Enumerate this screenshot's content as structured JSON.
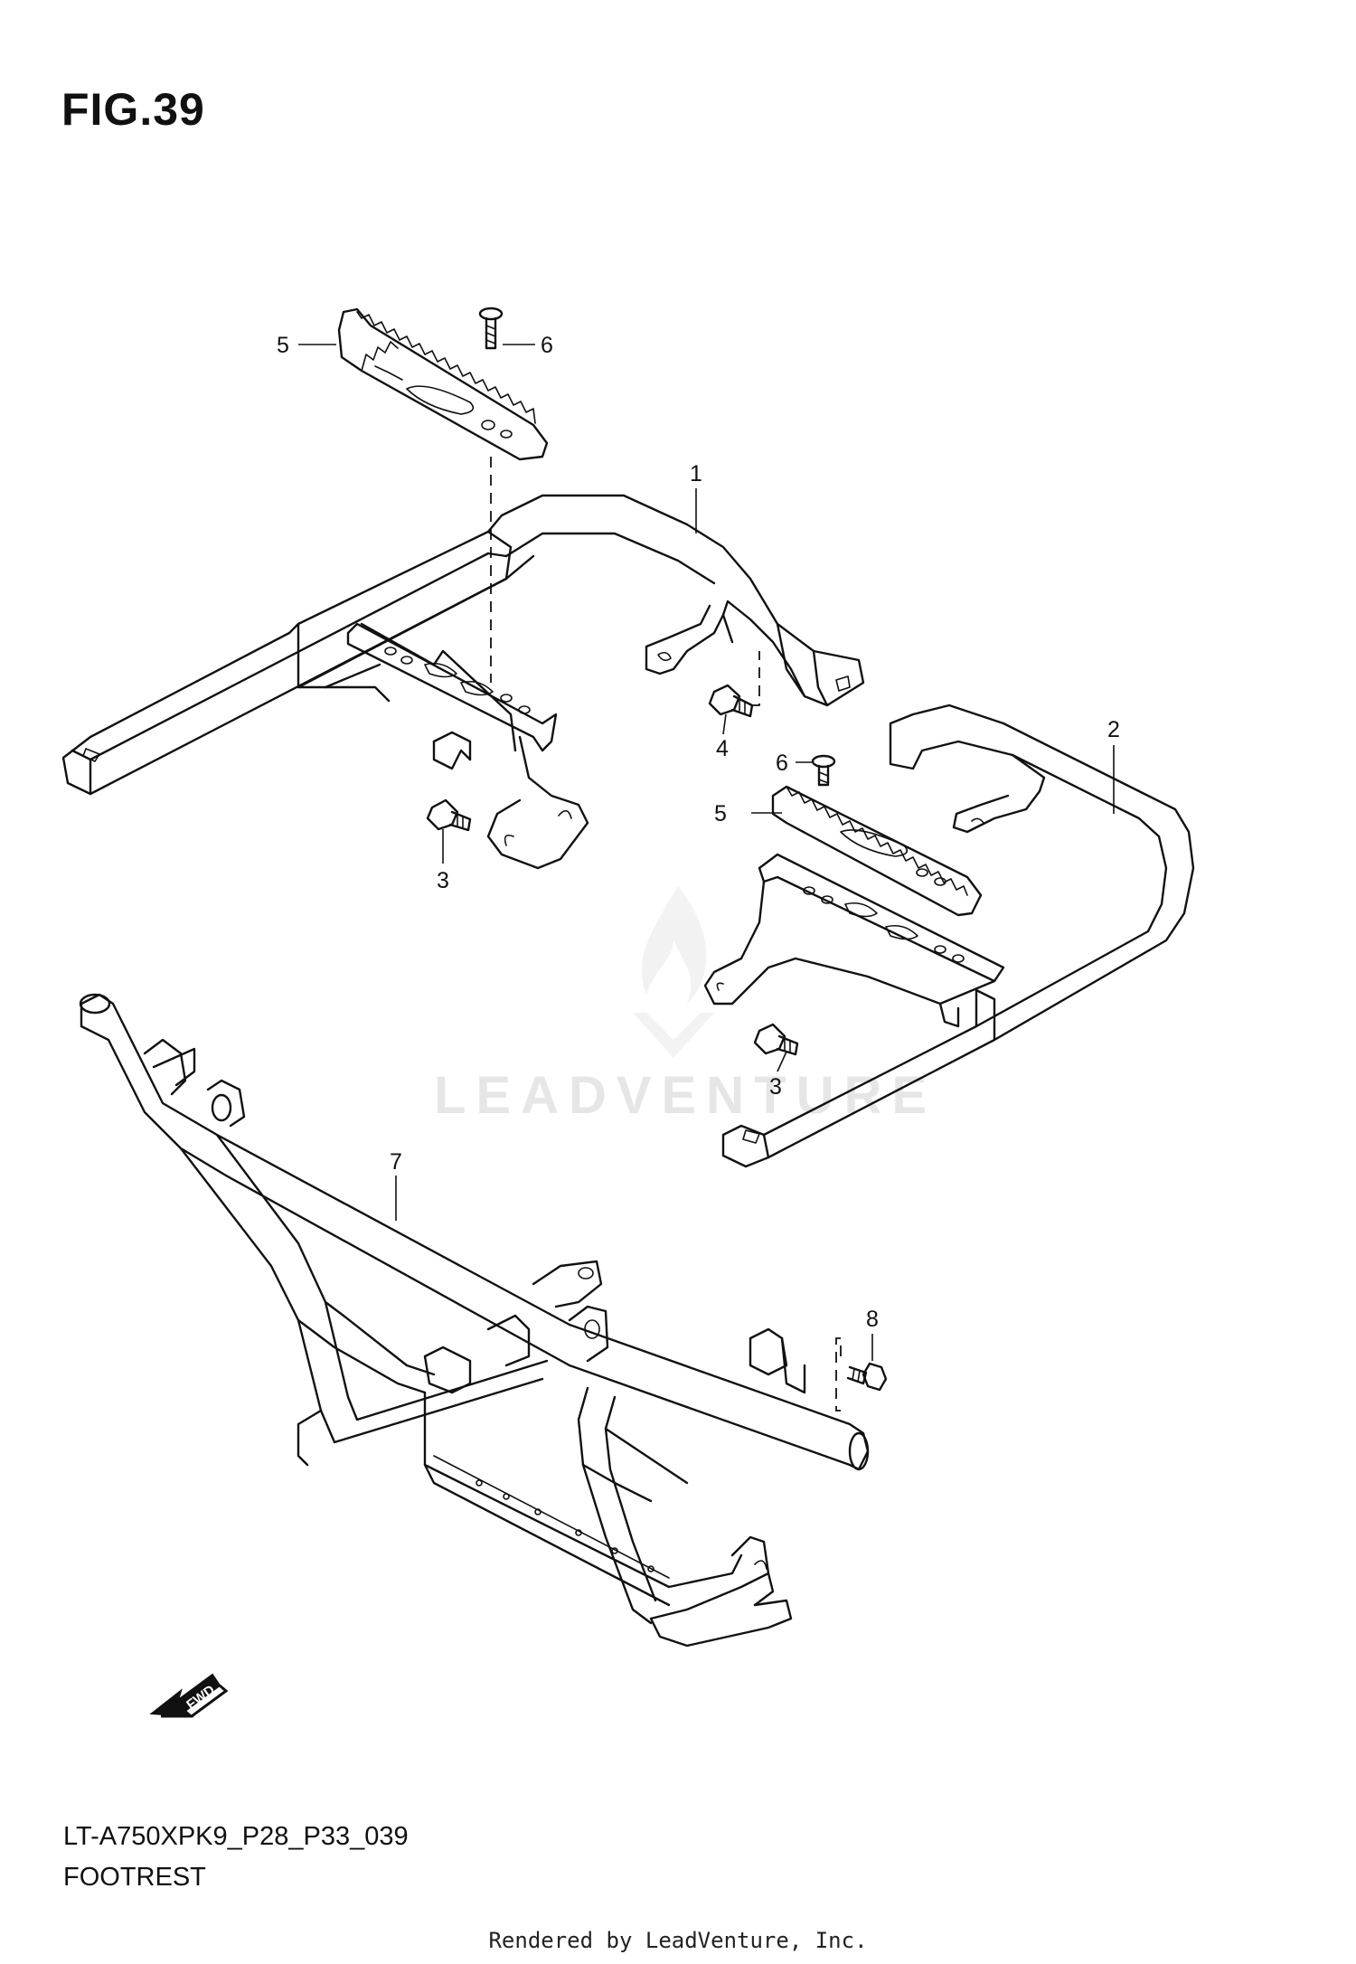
{
  "figure": {
    "title": "FIG.39",
    "model_code": "LT-A750XPK9_P28_P33_039",
    "section_name": "FOOTREST",
    "rendered_by": "Rendered by LeadVenture, Inc.",
    "watermark": "LEADVENTURE"
  },
  "callouts": {
    "c1": "1",
    "c2": "2",
    "c3a": "3",
    "c3b": "3",
    "c4": "4",
    "c5a": "5",
    "c5b": "5",
    "c6a": "6",
    "c6b": "6",
    "c7": "7",
    "c8": "8"
  },
  "fwd_label": "FWD",
  "icons": [
    "fwd-arrow-icon",
    "watermark-logo-icon"
  ]
}
